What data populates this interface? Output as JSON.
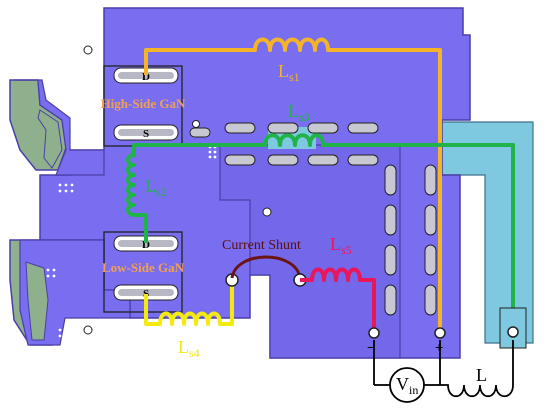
{
  "devices": {
    "high_side": "High-Side GaN",
    "low_side": "Low-Side GaN",
    "drain": "D",
    "source": "S"
  },
  "inductances": {
    "ls1": {
      "main": "L",
      "sub": "s1"
    },
    "ls2": {
      "main": "L",
      "sub": "s2"
    },
    "ls3": {
      "main": "L",
      "sub": "s3"
    },
    "ls4": {
      "main": "L",
      "sub": "s4"
    },
    "ls5": {
      "main": "L",
      "sub": "s5"
    }
  },
  "shunt_label": "Current Shunt",
  "source": {
    "main": "V",
    "sub": "in",
    "minus": "−",
    "plus": "+"
  },
  "output_inductor": "L",
  "colors": {
    "board": "#7A6EF0",
    "board_edge": "#4A3FA8",
    "copper_green": "#8FB08C",
    "teal": "#7EC8E0",
    "ls1_trace": "#F5B428",
    "green_loop": "#1FB34A",
    "ls4_trace": "#F2EA10",
    "ls5_trace": "#E8175D",
    "shunt_trace": "#6B1414"
  }
}
